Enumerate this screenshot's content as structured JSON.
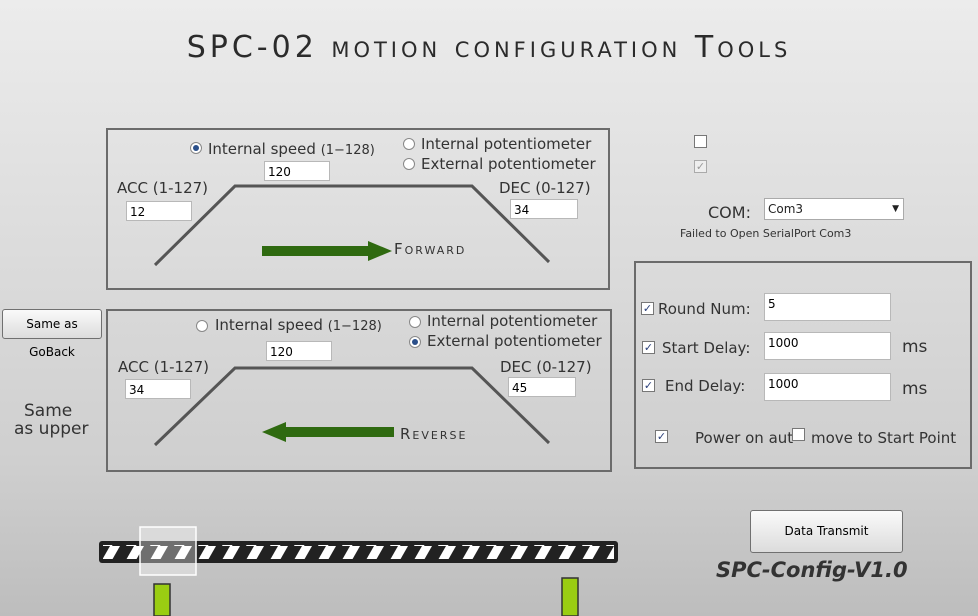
{
  "title": "SPC-02 motion configuration Tools",
  "forward": {
    "internal_speed_label": "Internal speed",
    "internal_speed_range": "(1−128)",
    "internal_speed_value": "120",
    "internal_pot_label": "Internal potentiometer",
    "external_pot_label": "External potentiometer",
    "acc_label": "ACC (1-127)",
    "acc_value": "12",
    "dec_label": "DEC (0-127)",
    "dec_value": "34",
    "direction_label": "Forward"
  },
  "reverse": {
    "internal_speed_label": "Internal speed",
    "internal_speed_range": "(1−128)",
    "internal_speed_value": "120",
    "internal_pot_label": "Internal potentiometer",
    "external_pot_label": "External potentiometer",
    "acc_label": "ACC (1-127)",
    "acc_value": "34",
    "dec_label": "DEC (0-127)",
    "dec_value": "45",
    "direction_label": "Reverse"
  },
  "same_as_goback_label": "Same as GoBack",
  "same_as_upper_label_1": "Same",
  "same_as_upper_label_2": "as upper",
  "com": {
    "label": "COM:",
    "selected": "Com3",
    "status": "Failed to Open SerialPort Com3"
  },
  "settings": {
    "round_label": "Round Num:",
    "round_value": "5",
    "start_delay_label": "Start Delay:",
    "start_delay_value": "1000",
    "start_delay_unit": "ms",
    "end_delay_label": "End Delay:",
    "end_delay_value": "1000",
    "end_delay_unit": "ms",
    "power_on_label": "Power on aut",
    "move_label": "move to Start Point"
  },
  "data_transmit_label": "Data Transmit",
  "version": "SPC-Config-V1.0",
  "colors": {
    "arrow": "#2f6a10",
    "marker": "#9acd12",
    "panel_border": "#6b6b6b"
  }
}
